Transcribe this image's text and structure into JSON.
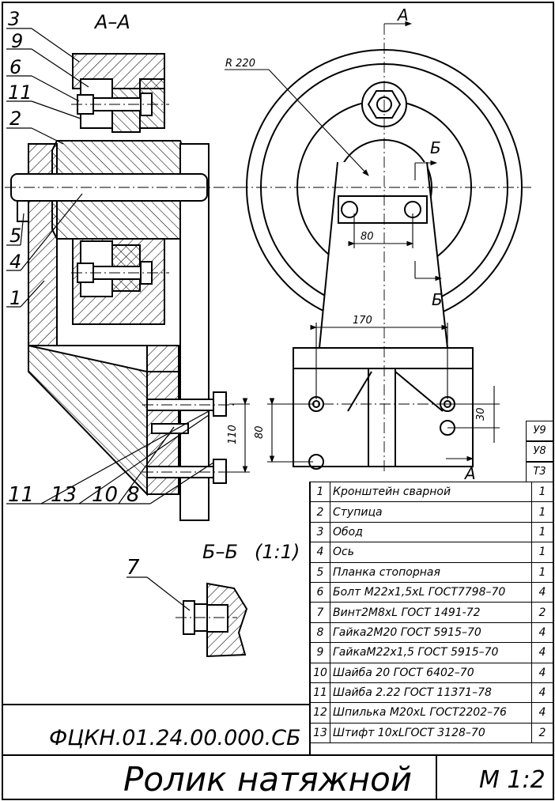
{
  "section_aa": "А–А",
  "section_bb": "Б–Б",
  "section_bb_scale": "(1:1)",
  "cut_a_top": "А",
  "cut_a_bottom": "А",
  "cut_b_top": "Б",
  "cut_b_bottom": "Б",
  "dims": {
    "radius": "R 220",
    "d80_top": "80",
    "d170": "170",
    "d110": "110",
    "d80_side": "80",
    "d30": "30"
  },
  "leaders_left": [
    "3",
    "9",
    "6",
    "11",
    "2",
    "5",
    "4",
    "1"
  ],
  "leaders_bottom": [
    "11",
    "13",
    "10",
    "8"
  ],
  "leader_7": "7",
  "side_marks": [
    "У9",
    "У8",
    "Т3"
  ],
  "spec_rows": [
    {
      "n": "1",
      "name": "Кронштейн сварной",
      "q": "1"
    },
    {
      "n": "2",
      "name": "Ступица",
      "q": "1"
    },
    {
      "n": "3",
      "name": "Обод",
      "q": "1"
    },
    {
      "n": "4",
      "name": "Ось",
      "q": "1"
    },
    {
      "n": "5",
      "name": "Планка стопорная",
      "q": "1"
    },
    {
      "n": "6",
      "name": "Болт М22х1,5хL ГОСТ7798–70",
      "q": "4"
    },
    {
      "n": "7",
      "name": "Винт2М8хL ГОСТ 1491-72",
      "q": "2"
    },
    {
      "n": "8",
      "name": "Гайка2М20 ГОСТ 5915–70",
      "q": "4"
    },
    {
      "n": "9",
      "name": "ГайкаМ22х1,5 ГОСТ 5915–70",
      "q": "4"
    },
    {
      "n": "10",
      "name": "Шайба 20 ГОСТ 6402–70",
      "q": "4"
    },
    {
      "n": "11",
      "name": "Шайба 2.22 ГОСТ 11371–78",
      "q": "4"
    },
    {
      "n": "12",
      "name": "Шпилька М20хL ГОСТ2202–76",
      "q": "4"
    },
    {
      "n": "13",
      "name": "Штифт 10хLГОСТ 3128–70",
      "q": "2"
    }
  ],
  "doc_code": "ФЦКН.01.24.00.000.СБ",
  "title": "Ролик натяжной",
  "scale": "М 1:2"
}
